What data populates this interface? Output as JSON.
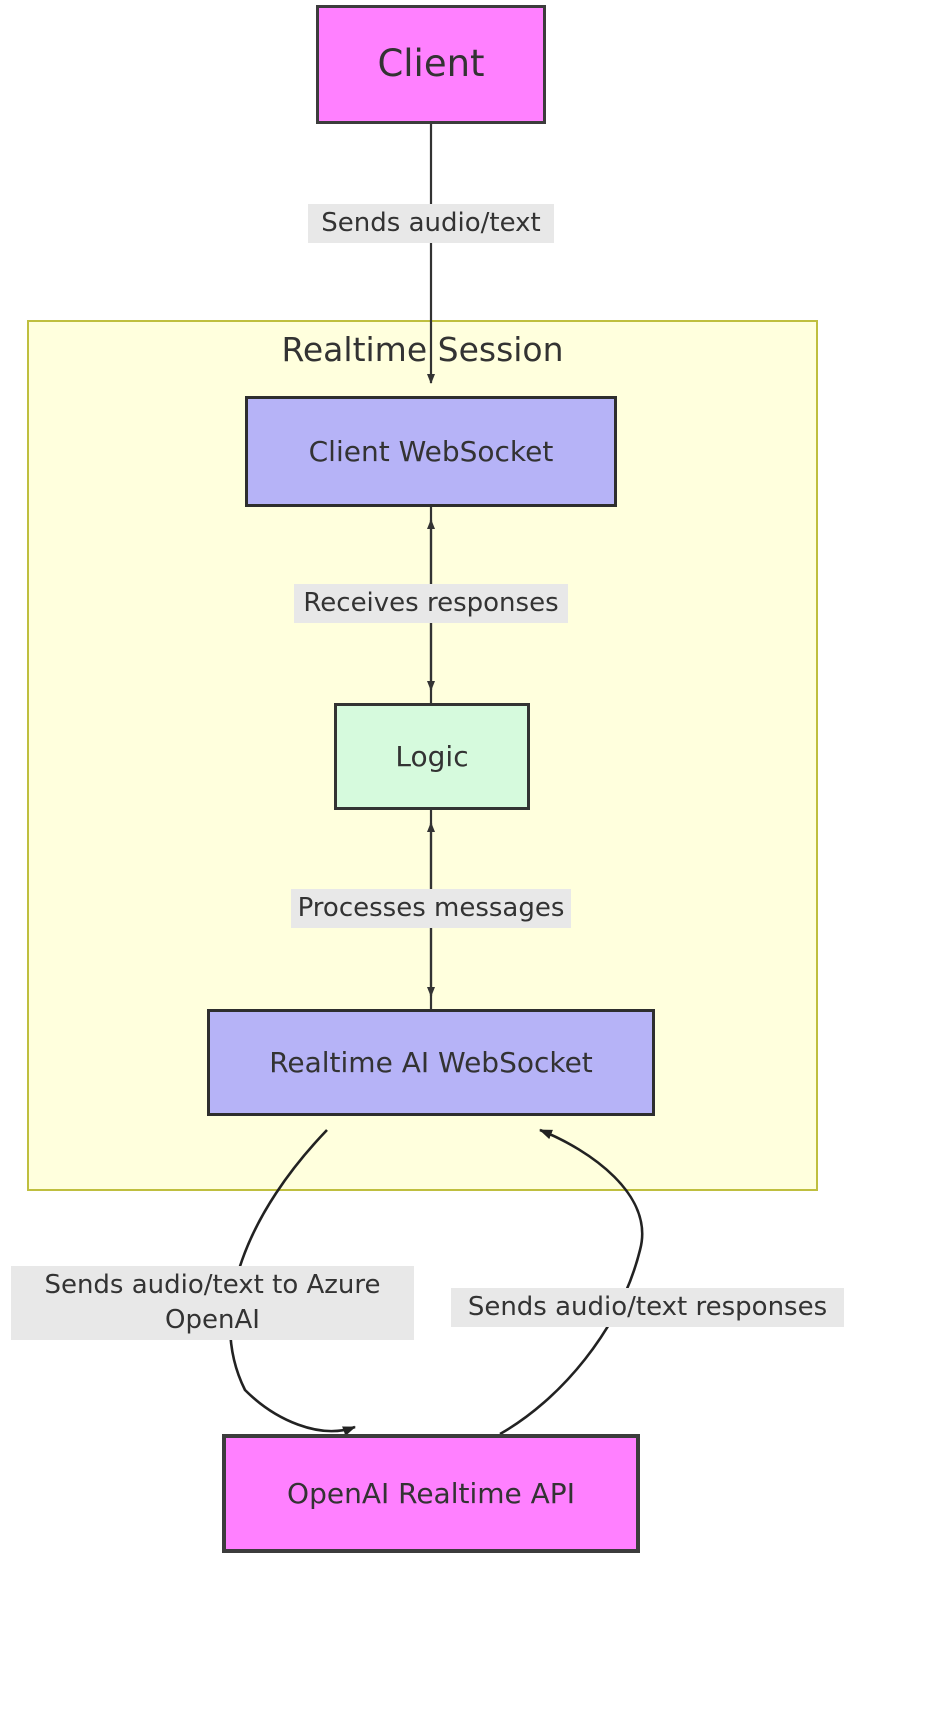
{
  "diagram": {
    "type": "flowchart",
    "direction": "top-down",
    "title": "",
    "subgraph": {
      "label": "Realtime Session",
      "fill_color": "#ffffdd",
      "border_color": "#bfbf3f"
    },
    "nodes": [
      {
        "id": "client",
        "label": "Client",
        "fill_color": "#ff80ff",
        "border_color": "#3c3c3c"
      },
      {
        "id": "client-websocket",
        "label": "Client WebSocket",
        "fill_color": "#b6b3f7",
        "border_color": "#2e2e2e"
      },
      {
        "id": "logic",
        "label": "Logic",
        "fill_color": "#d6fadd",
        "border_color": "#333333"
      },
      {
        "id": "realtime-ai-websocket",
        "label": "Realtime AI WebSocket",
        "fill_color": "#b6b3f7",
        "border_color": "#2e2e2e"
      },
      {
        "id": "openai-realtime-api",
        "label": "OpenAI Realtime API",
        "fill_color": "#ff80ff",
        "border_color": "#3c3c3c"
      }
    ],
    "edges": [
      {
        "from": "client",
        "to": "client-websocket",
        "label": "Sends audio/text"
      },
      {
        "from": "logic",
        "to": "client-websocket",
        "label": "Receives responses"
      },
      {
        "from": "realtime-ai-websocket",
        "to": "logic",
        "label": "Processes messages"
      },
      {
        "from": "realtime-ai-websocket",
        "to": "openai-realtime-api",
        "label": "Sends audio/text to Azure\nOpenAI"
      },
      {
        "from": "openai-realtime-api",
        "to": "realtime-ai-websocket",
        "label": "Sends audio/text responses"
      }
    ],
    "edge_label_background": "#e8e8e8",
    "edge_stroke_color": "#333333",
    "text_color": "#333333",
    "canvas_background": "#ffffff"
  }
}
